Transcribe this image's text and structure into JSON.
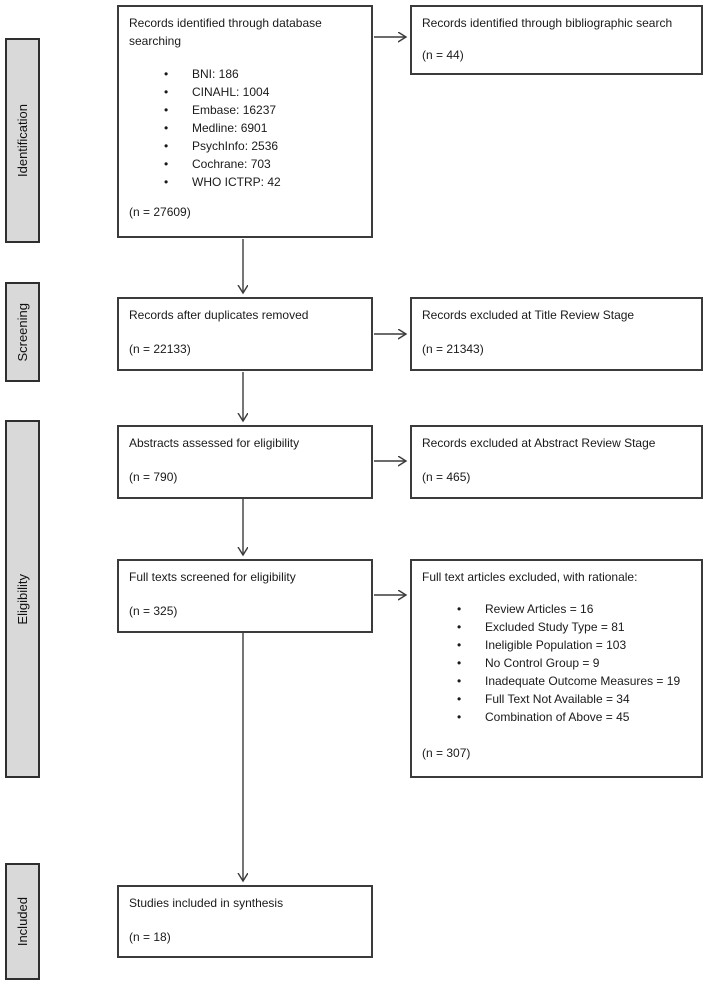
{
  "sidebar": {
    "identification": "Identification",
    "screening": "Screening",
    "eligibility": "Eligibility",
    "included": "Included"
  },
  "flow": {
    "database_search": {
      "title": "Records identified through database searching",
      "bullets": [
        "BNI: 186",
        "CINAHL: 1004",
        "Embase: 16237",
        "Medline: 6901",
        "PsychInfo: 2536",
        "Cochrane: 703",
        "WHO ICTRP: 42"
      ],
      "count": "(n = 27609)"
    },
    "bibliographic_search": {
      "title": "Records identified through bibliographic search",
      "count": "(n = 44)"
    },
    "duplicates_removed": {
      "title": "Records after duplicates removed",
      "count": "(n = 22133)"
    },
    "title_review_excluded": {
      "title": "Records excluded at Title Review Stage",
      "count": "(n = 21343)"
    },
    "abstracts_assessed": {
      "title": "Abstracts assessed for eligibility",
      "count": "(n = 790)"
    },
    "abstract_review_excluded": {
      "title": "Records excluded at Abstract Review Stage",
      "count": "(n = 465)"
    },
    "fulltext_screened": {
      "title": "Full texts screened for eligibility",
      "count": "(n = 325)"
    },
    "fulltext_excluded": {
      "title": "Full text articles excluded, with rationale:",
      "bullets": [
        "Review Articles = 16",
        "Excluded Study Type = 81",
        "Ineligible Population = 103",
        "No Control Group = 9",
        "Inadequate Outcome Measures = 19",
        "Full Text Not Available = 34",
        "Combination of Above = 45"
      ],
      "count": "(n = 307)"
    },
    "included_synthesis": {
      "title": "Studies included in synthesis",
      "count": "(n = 18)"
    }
  },
  "colors": {
    "box_border": "#3b3b3b",
    "sidebar_fill": "#d9d9d9",
    "arrow": "#3b3b3b",
    "text": "#1a1a1a"
  }
}
